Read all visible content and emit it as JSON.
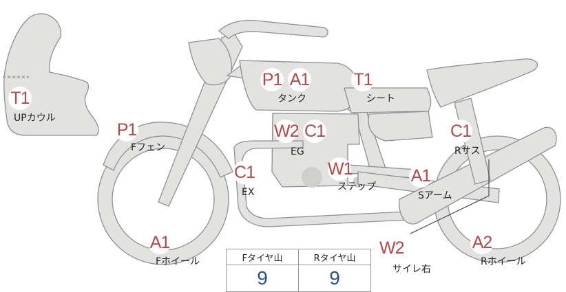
{
  "parts": {
    "up_cowl": {
      "codes": [
        "T1"
      ],
      "label": "UPカウル"
    },
    "front_fender": {
      "codes": [
        "P1"
      ],
      "label": "Fフェン"
    },
    "tank": {
      "codes": [
        "P1",
        "A1"
      ],
      "label": "タンク"
    },
    "seat": {
      "codes": [
        "T1"
      ],
      "label": "シート"
    },
    "engine": {
      "codes": [
        "W2",
        "C1"
      ],
      "label": "EG"
    },
    "exhaust": {
      "codes": [
        "C1"
      ],
      "label": "EX"
    },
    "step": {
      "codes": [
        "W1"
      ],
      "label": "ステップ"
    },
    "rear_susp": {
      "codes": [
        "C1"
      ],
      "label": "Rサス"
    },
    "swing_arm": {
      "codes": [
        "A1"
      ],
      "label": "Sアーム"
    },
    "front_wheel": {
      "codes": [
        "A1"
      ],
      "label": "Fホイール"
    },
    "side_right": {
      "codes": [
        "W2"
      ],
      "label": "サイレ右"
    },
    "rear_wheel": {
      "codes": [
        "A2"
      ],
      "label": "Rホイール"
    }
  },
  "tread": {
    "headers": [
      "Fタイヤ山",
      "Rタイヤ山"
    ],
    "values": [
      "9",
      "9"
    ]
  },
  "colors": {
    "code_text": "#b04a4a",
    "tread_value": "#2e4f86",
    "part_fill": "#e2e2e1",
    "outline": "#8f8f8f"
  }
}
